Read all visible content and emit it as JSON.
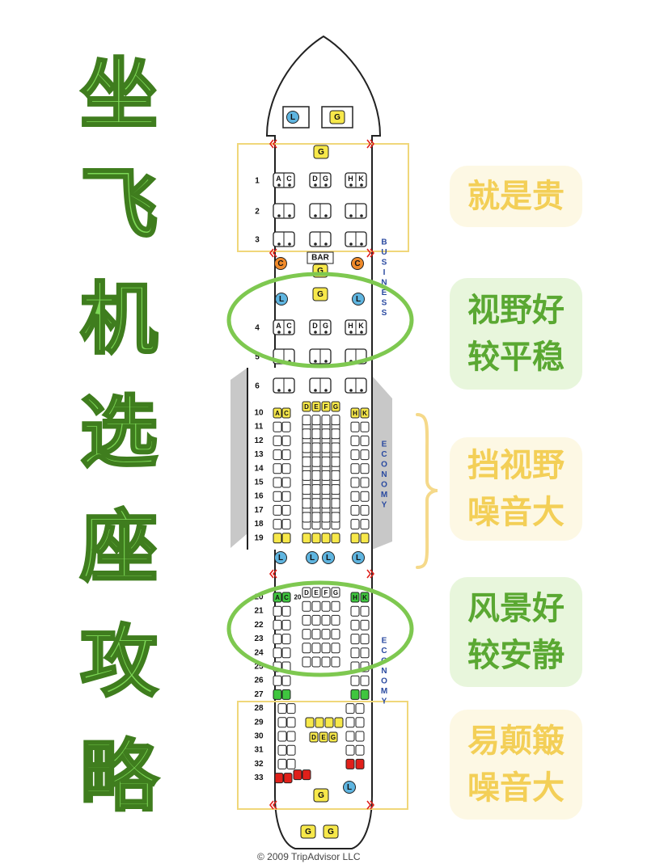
{
  "title_chars": [
    "坐",
    "飞",
    "机",
    "选",
    "座",
    "攻",
    "略"
  ],
  "tags": [
    {
      "lines": [
        "就是贵"
      ],
      "style": "yellow"
    },
    {
      "lines": [
        "视野好",
        "较平稳"
      ],
      "style": "green"
    },
    {
      "lines": [
        "挡视野",
        "噪音大"
      ],
      "style": "yellow"
    },
    {
      "lines": [
        "风景好",
        "较安静"
      ],
      "style": "green"
    },
    {
      "lines": [
        "易颠簸",
        "噪音大"
      ],
      "style": "yellow"
    }
  ],
  "seatmap": {
    "section_labels": [
      "BUSINESS",
      "ECONOMY",
      "ECONOMY"
    ],
    "business_rows": [
      "1",
      "2",
      "3",
      "4",
      "5",
      "6"
    ],
    "business_seat_letters": {
      "left": [
        "A",
        "C"
      ],
      "center": [
        "D",
        "G"
      ],
      "right": [
        "H",
        "K"
      ]
    },
    "economy_rows_a": [
      "10",
      "11",
      "12",
      "13",
      "14",
      "15",
      "16",
      "17",
      "18",
      "19"
    ],
    "economy_rows_b": [
      "20",
      "21",
      "22",
      "23",
      "24",
      "25",
      "26",
      "27",
      "28",
      "29",
      "30",
      "31",
      "32",
      "33"
    ],
    "economy_seat_letters": {
      "left": [
        "A",
        "C"
      ],
      "center": [
        "D",
        "E",
        "F",
        "G"
      ],
      "right": [
        "H",
        "K"
      ]
    },
    "bar_label": "BAR",
    "facility_labels": {
      "lavatory": "L",
      "galley": "G",
      "closet": "C"
    },
    "aft_center_letters": [
      "D",
      "E",
      "G"
    ],
    "row20_center_label": "20",
    "colors": {
      "yellow": "#f7e84a",
      "green": "#3fc63f",
      "red": "#e0201a",
      "blue": "#5fb5e0",
      "orange": "#f08a2a",
      "highlight_circle": "#7ec850",
      "bracket": "#f5d98a",
      "box": "#f0d77a"
    }
  },
  "copyright": "© 2009 TripAdvisor LLC"
}
